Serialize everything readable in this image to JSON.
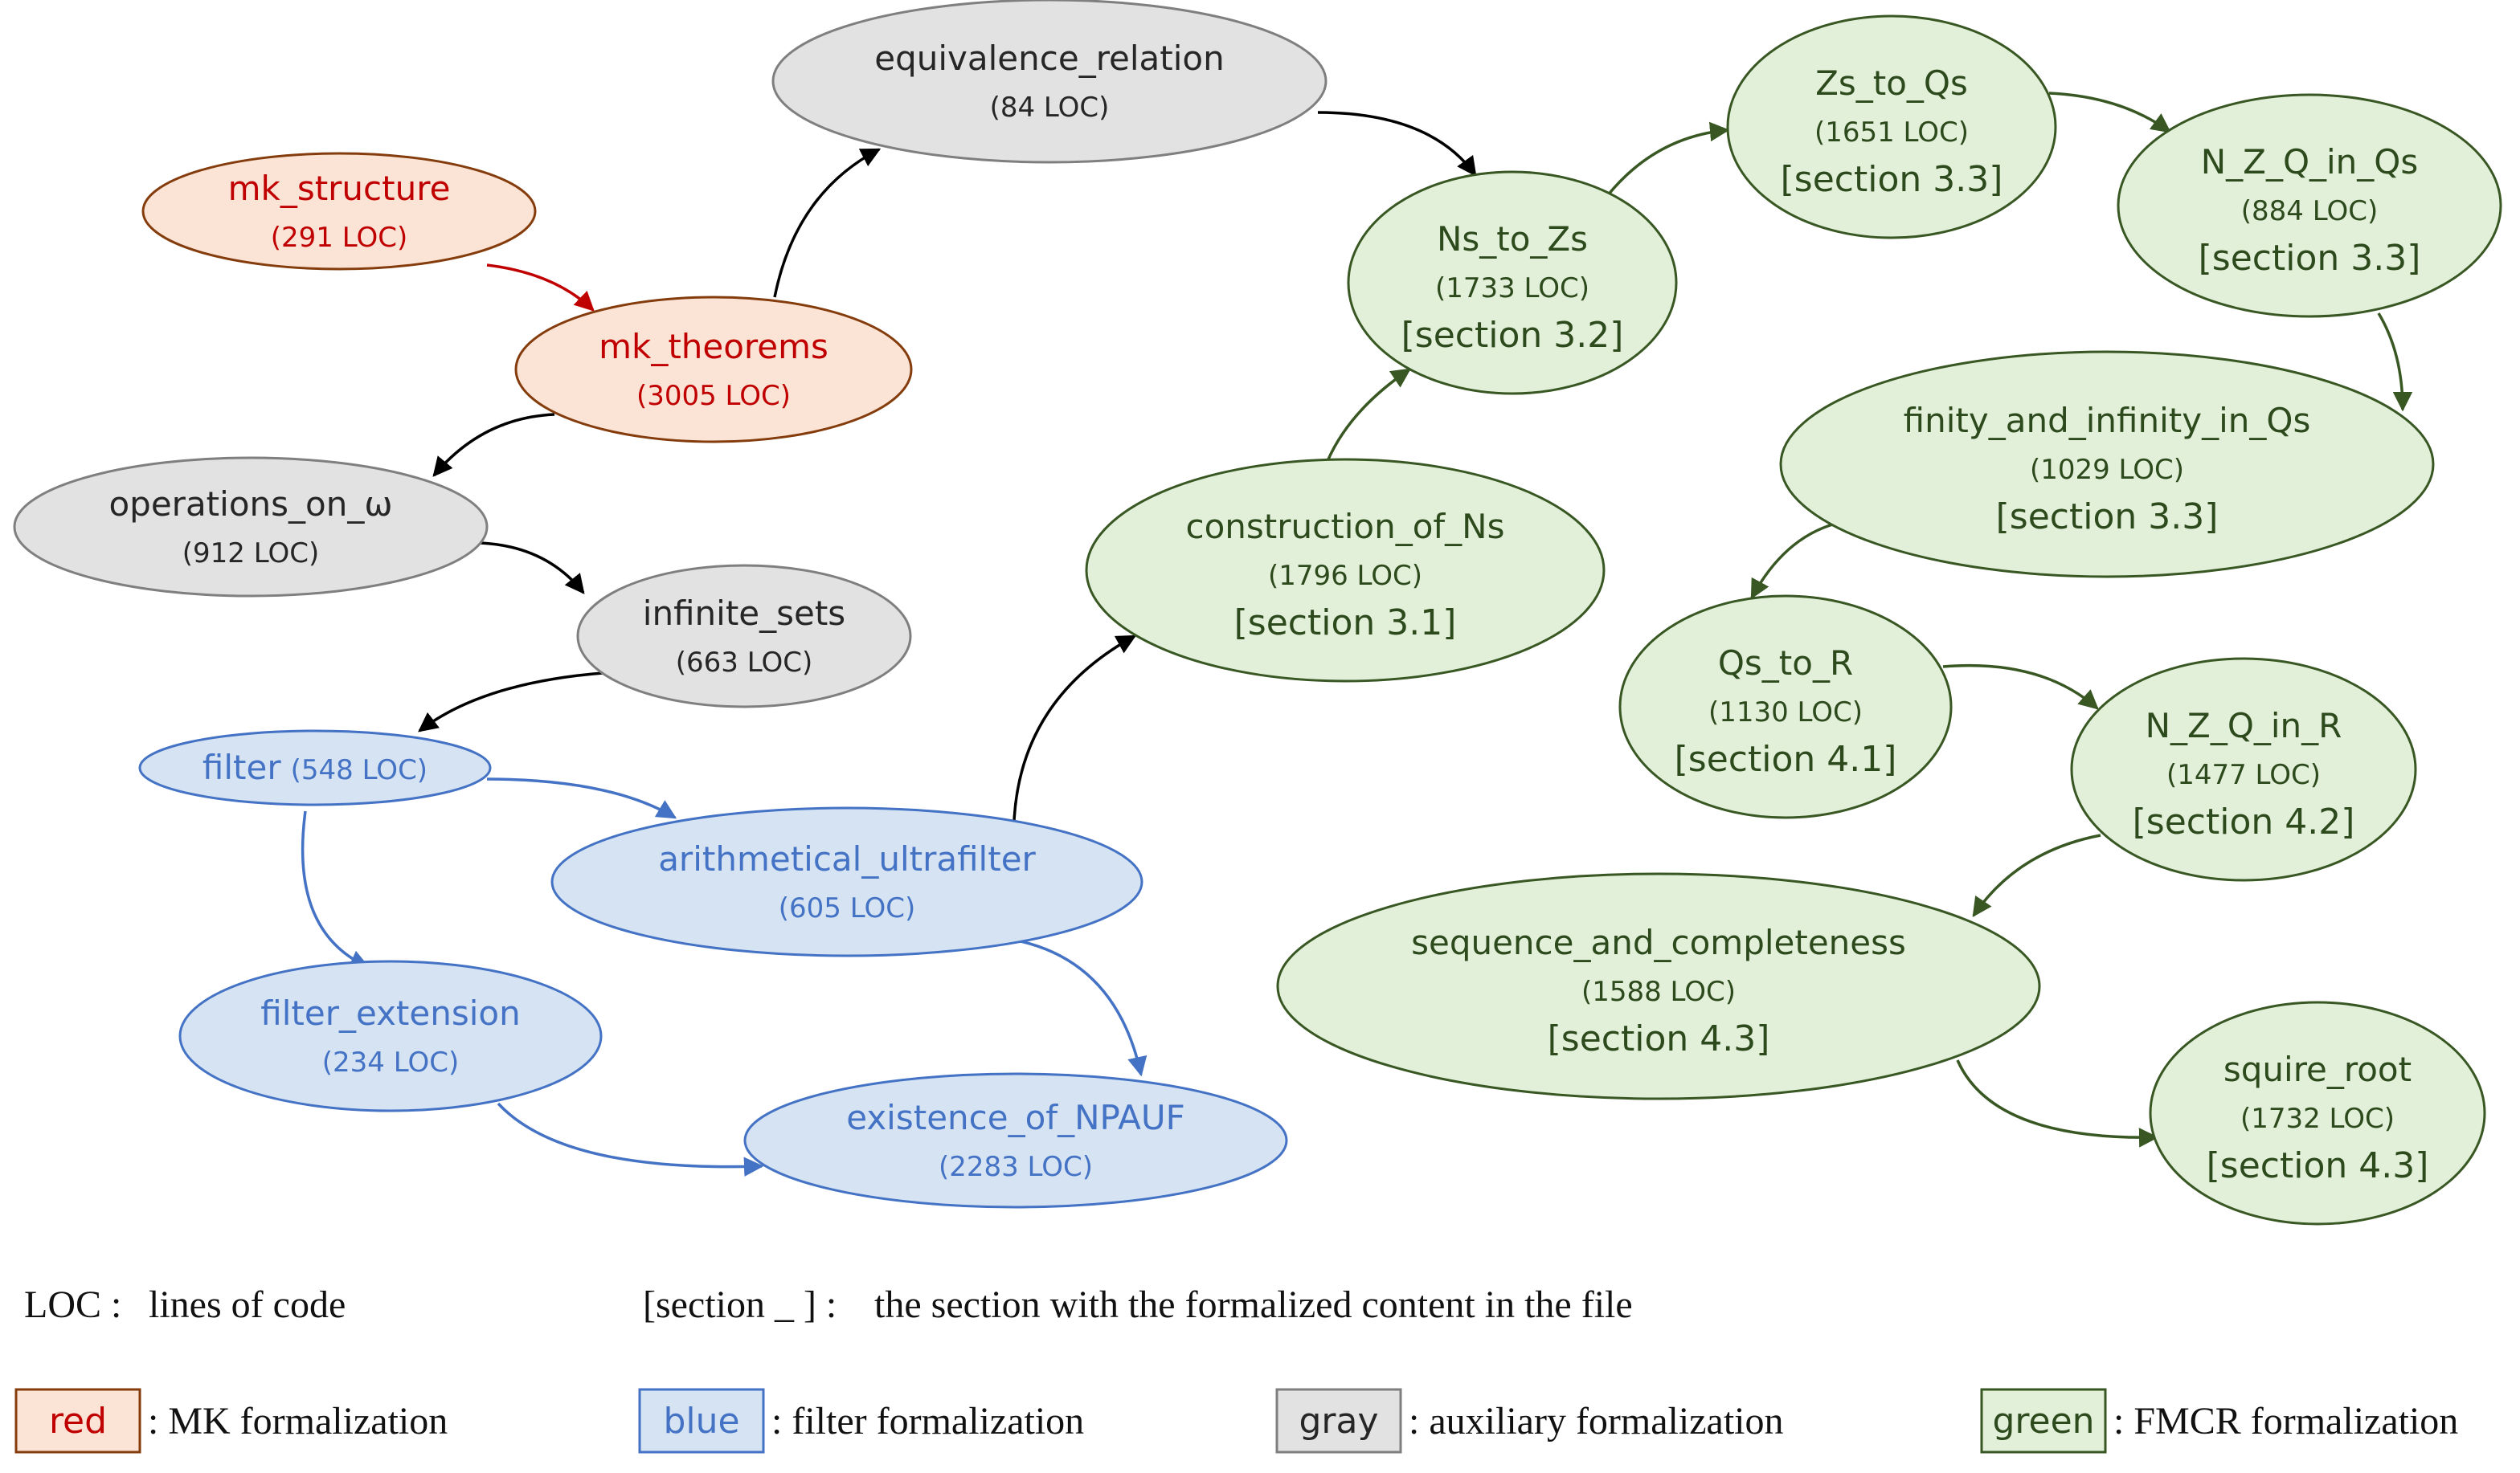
{
  "colors": {
    "red": {
      "fill": "#fbe4d6",
      "stroke": "#843c0c",
      "text": "#c00000",
      "edge": "#c00000"
    },
    "gray": {
      "fill": "#e2e2e2",
      "stroke": "#7f7f7f",
      "text": "#262626",
      "edge": "#000000"
    },
    "blue": {
      "fill": "#d5e3f3",
      "stroke": "#4472c4",
      "text": "#4472c4",
      "edge": "#4472c4"
    },
    "green": {
      "fill": "#e2efd9",
      "stroke": "#385723",
      "text": "#2d4a1d",
      "edge": "#385723"
    }
  },
  "nodes": [
    {
      "id": "mk_structure",
      "group": "red",
      "name": "mk_structure",
      "loc": "(291 LOC)"
    },
    {
      "id": "mk_theorems",
      "group": "red",
      "name": "mk_theorems",
      "loc": "(3005 LOC)"
    },
    {
      "id": "equivalence_relation",
      "group": "gray",
      "name": "equivalence_relation",
      "loc": "(84 LOC)"
    },
    {
      "id": "operations_on_omega",
      "group": "gray",
      "name": "operations_on_ω",
      "loc": "(912 LOC)"
    },
    {
      "id": "infinite_sets",
      "group": "gray",
      "name": "infinite_sets",
      "loc": "(663 LOC)"
    },
    {
      "id": "filter",
      "group": "blue",
      "name": "filter",
      "loc": "(548 LOC)"
    },
    {
      "id": "arithmetical_ultrafilter",
      "group": "blue",
      "name": "arithmetical_ultrafilter",
      "loc": "(605 LOC)"
    },
    {
      "id": "filter_extension",
      "group": "blue",
      "name": "filter_extension",
      "loc": "(234 LOC)"
    },
    {
      "id": "existence_of_NPAUF",
      "group": "blue",
      "name": "existence_of_NPAUF",
      "loc": "(2283 LOC)"
    },
    {
      "id": "construction_of_Ns",
      "group": "green",
      "name": "construction_of_Ns",
      "loc": "(1796 LOC)",
      "section": "[section 3.1]"
    },
    {
      "id": "Ns_to_Zs",
      "group": "green",
      "name": "Ns_to_Zs",
      "loc": "(1733 LOC)",
      "section": "[section 3.2]"
    },
    {
      "id": "Zs_to_Qs",
      "group": "green",
      "name": "Zs_to_Qs",
      "loc": "(1651 LOC)",
      "section": "[section 3.3]"
    },
    {
      "id": "N_Z_Q_in_Qs",
      "group": "green",
      "name": "N_Z_Q_in_Qs",
      "loc": "(884 LOC)",
      "section": "[section 3.3]"
    },
    {
      "id": "finity_and_infinity_in_Qs",
      "group": "green",
      "name": "finity_and_infinity_in_Qs",
      "loc": "(1029 LOC)",
      "section": "[section 3.3]"
    },
    {
      "id": "Qs_to_R",
      "group": "green",
      "name": "Qs_to_R",
      "loc": "(1130 LOC)",
      "section": "[section 4.1]"
    },
    {
      "id": "N_Z_Q_in_R",
      "group": "green",
      "name": "N_Z_Q_in_R",
      "loc": "(1477 LOC)",
      "section": "[section 4.2]"
    },
    {
      "id": "sequence_and_completeness",
      "group": "green",
      "name": "sequence_and_completeness",
      "loc": "(1588 LOC)",
      "section": "[section 4.3]"
    },
    {
      "id": "squire_root",
      "group": "green",
      "name": "squire_root",
      "loc": "(1732 LOC)",
      "section": "[section 4.3]"
    }
  ],
  "edges": [
    {
      "from": "mk_structure",
      "to": "mk_theorems",
      "group": "red"
    },
    {
      "from": "mk_theorems",
      "to": "equivalence_relation",
      "group": "gray"
    },
    {
      "from": "mk_theorems",
      "to": "operations_on_omega",
      "group": "gray"
    },
    {
      "from": "operations_on_omega",
      "to": "infinite_sets",
      "group": "gray"
    },
    {
      "from": "infinite_sets",
      "to": "filter",
      "group": "gray"
    },
    {
      "from": "filter",
      "to": "arithmetical_ultrafilter",
      "group": "blue"
    },
    {
      "from": "filter",
      "to": "filter_extension",
      "group": "blue"
    },
    {
      "from": "filter_extension",
      "to": "existence_of_NPAUF",
      "group": "blue"
    },
    {
      "from": "arithmetical_ultrafilter",
      "to": "existence_of_NPAUF",
      "group": "blue"
    },
    {
      "from": "arithmetical_ultrafilter",
      "to": "construction_of_Ns",
      "group": "gray"
    },
    {
      "from": "equivalence_relation",
      "to": "Ns_to_Zs",
      "group": "gray"
    },
    {
      "from": "construction_of_Ns",
      "to": "Ns_to_Zs",
      "group": "green"
    },
    {
      "from": "Ns_to_Zs",
      "to": "Zs_to_Qs",
      "group": "green"
    },
    {
      "from": "Zs_to_Qs",
      "to": "N_Z_Q_in_Qs",
      "group": "green"
    },
    {
      "from": "N_Z_Q_in_Qs",
      "to": "finity_and_infinity_in_Qs",
      "group": "green"
    },
    {
      "from": "finity_and_infinity_in_Qs",
      "to": "Qs_to_R",
      "group": "green"
    },
    {
      "from": "Qs_to_R",
      "to": "N_Z_Q_in_R",
      "group": "green"
    },
    {
      "from": "N_Z_Q_in_R",
      "to": "sequence_and_completeness",
      "group": "green"
    },
    {
      "from": "sequence_and_completeness",
      "to": "squire_root",
      "group": "green"
    }
  ],
  "legend": {
    "loc_key": "LOC :",
    "loc_desc": "lines of code",
    "section_key": "[section _ ] :",
    "section_desc": "the section with the formalized content in the file",
    "items": [
      {
        "group": "red",
        "label": "red",
        "desc": ": MK formalization"
      },
      {
        "group": "blue",
        "label": "blue",
        "desc": ": filter formalization"
      },
      {
        "group": "gray",
        "label": "gray",
        "desc": ": auxiliary formalization"
      },
      {
        "group": "green",
        "label": "green",
        "desc": ": FMCR formalization"
      }
    ]
  }
}
